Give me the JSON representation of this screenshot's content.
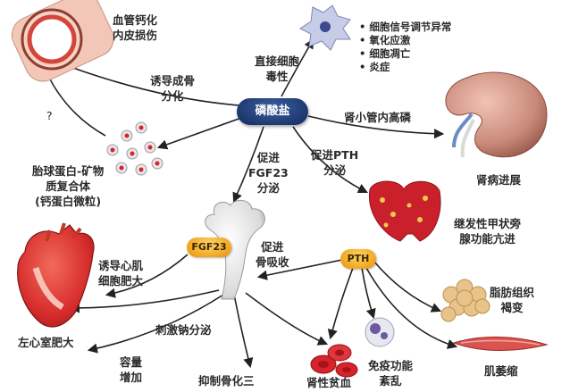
{
  "center_node": "磷酸盐",
  "nodes": {
    "vascular": "血管钙化\n内皮损伤",
    "direct_toxicity": "直接细胞\n毒性",
    "cell_effects": [
      "细胞信号调节异常",
      "氧化应激",
      "细胞凋亡",
      "炎症"
    ],
    "induce_osteo": "诱导成骨\n分化",
    "question": "?",
    "tubular": "肾小管内高磷",
    "kidney_progress": "肾病进展",
    "fetuin": "胎球蛋白-矿物\n质复合体\n(钙蛋白微粒)",
    "promote_fgf23": "促进\nFGF23\n分泌",
    "promote_pth": "促进PTH\n分泌",
    "secondary_hpt": "继发性甲状旁\n腺功能亢进",
    "fgf23_badge": "FGF23",
    "pth_badge": "PTH",
    "bone_resorption": "促进\n骨吸收",
    "induce_hypertrophy": "诱导心肌\n细胞肥大",
    "lvh": "左心室肥大",
    "sodium": "刺激钠分泌",
    "volume": "容量\n增加",
    "calcitriol": "抑制骨化三",
    "anemia": "肾性贫血",
    "immune": "免疫功能\n紊乱",
    "adipose": "脂肪组织\n褐变",
    "muscle": "肌萎缩"
  },
  "colors": {
    "center_fill": "#1e3a72",
    "badge_fill": "#f0a51f",
    "arrow": "#222222",
    "heart": "#d62b2b",
    "kidney": "#c98a7a",
    "thyroid": "#c9202b",
    "rbc": "#d9232b",
    "fat": "#e8c48a",
    "muscle": "#d9534f"
  },
  "icons": [
    "vessel-icon",
    "cell-icon",
    "kidney-icon",
    "calciprotein-icon",
    "bone-icon",
    "thyroid-icon",
    "heart-icon",
    "red-blood-cell-icon",
    "immune-cell-icon",
    "fat-tissue-icon",
    "muscle-icon"
  ]
}
